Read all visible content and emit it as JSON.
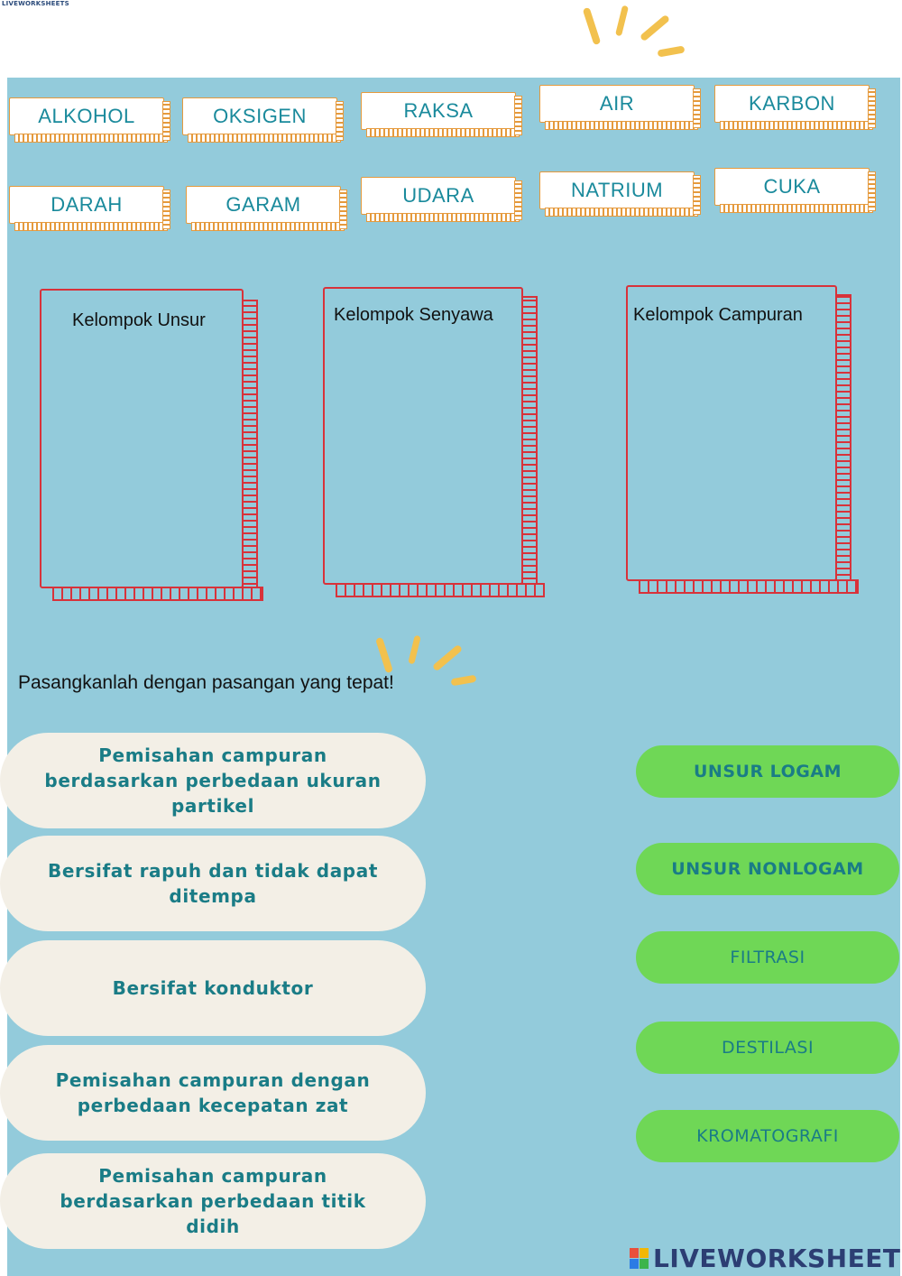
{
  "header": {
    "small_logo": "LIVEWORKSHEETS"
  },
  "tiles": [
    "ALKOHOL",
    "OKSIGEN",
    "RAKSA",
    "AIR",
    "KARBON",
    "DARAH",
    "GARAM",
    "UDARA",
    "NATRIUM",
    "CUKA"
  ],
  "groups": [
    "Kelompok Unsur",
    "Kelompok Senyawa",
    "Kelompok Campuran"
  ],
  "instruction": "Pasangkanlah dengan pasangan yang tepat!",
  "left_items": [
    "Pemisahan campuran berdasarkan perbedaan ukuran partikel",
    "Bersifat rapuh dan tidak dapat ditempa",
    "Bersifat konduktor",
    "Pemisahan campuran dengan perbedaan kecepatan zat",
    "Pemisahan campuran berdasarkan perbedaan titik didih"
  ],
  "right_items": [
    "UNSUR LOGAM",
    "UNSUR NONLOGAM",
    "FILTRASI",
    "DESTILASI",
    "KROMATOGRAFI"
  ],
  "footer": {
    "brand": "LIVEWORKSHEETS"
  },
  "colors": {
    "background": "#93cbdb",
    "tile_border": "#e59a3d",
    "box_border": "#d8323a",
    "pill_green": "#6fd756",
    "pill_cream": "#f3efe6",
    "teal_text": "#1a7c86"
  }
}
